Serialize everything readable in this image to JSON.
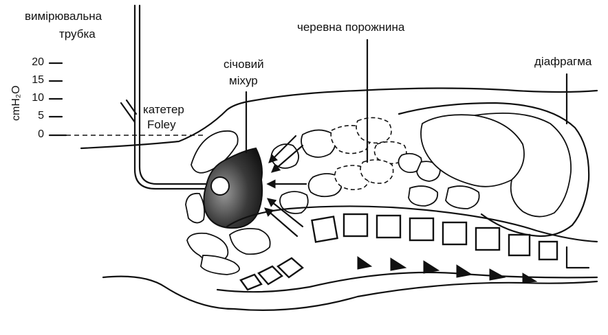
{
  "labels": {
    "tube": "вимірювальна трубка",
    "tube_line1": "вимірювальна",
    "tube_line2": "трубка",
    "abdominal_cavity": "черевна порожнина",
    "bladder_line1": "січовий",
    "bladder_line2": "міхур",
    "diaphragm": "діафрагма",
    "catheter_line1": "катетер",
    "catheter_line2": "Foley"
  },
  "scale": {
    "unit": "cmH₂O",
    "ticks": [
      "20",
      "15",
      "10",
      "5",
      "0"
    ],
    "tick_values": [
      20,
      15,
      10,
      5,
      0
    ]
  },
  "colors": {
    "ink": "#111111",
    "background": "#ffffff"
  }
}
